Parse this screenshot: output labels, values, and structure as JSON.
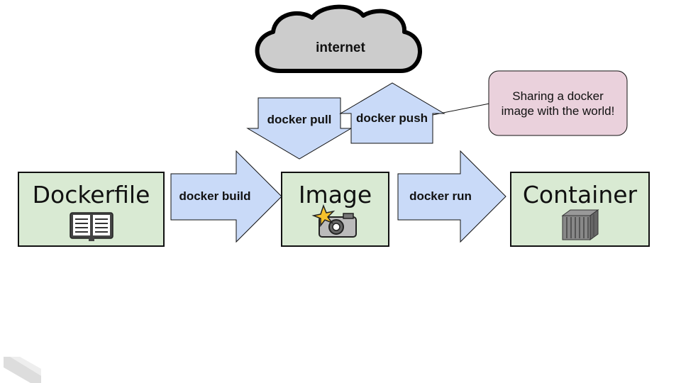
{
  "diagram": {
    "cloud": {
      "label": "internet"
    },
    "boxes": {
      "dockerfile": {
        "title": "Dockerfile",
        "icon": "book-icon"
      },
      "image": {
        "title": "Image",
        "icon": "camera-flash-icon"
      },
      "container": {
        "title": "Container",
        "icon": "shipping-container-icon"
      }
    },
    "arrows": {
      "build": "docker build",
      "run": "docker run",
      "pull": "docker pull",
      "push": "docker push"
    },
    "callout": {
      "text": "Sharing a docker image with the world!"
    },
    "colors": {
      "box_fill": "#d9ead3",
      "arrow_fill": "#c9daf8",
      "cloud_fill": "#cccccc",
      "callout_fill": "#ead1dc",
      "stroke": "#111111"
    }
  }
}
